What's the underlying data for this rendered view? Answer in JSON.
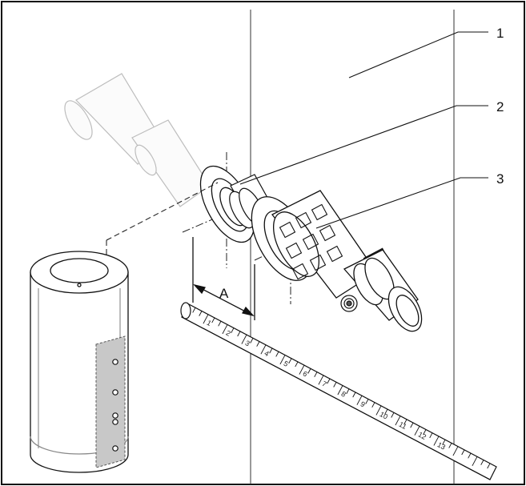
{
  "callouts": [
    {
      "label": "1"
    },
    {
      "label": "2"
    },
    {
      "label": "3"
    }
  ],
  "dimension": {
    "label": "A"
  },
  "ruler": {
    "numbers": [
      "1",
      "2",
      "3",
      "4",
      "5",
      "6",
      "7",
      "8",
      "9",
      "10",
      "11",
      "12",
      "13"
    ]
  },
  "colors": {
    "line": "#111111",
    "ghost": "#b8b8b8",
    "panel": "#c8c8c8"
  }
}
